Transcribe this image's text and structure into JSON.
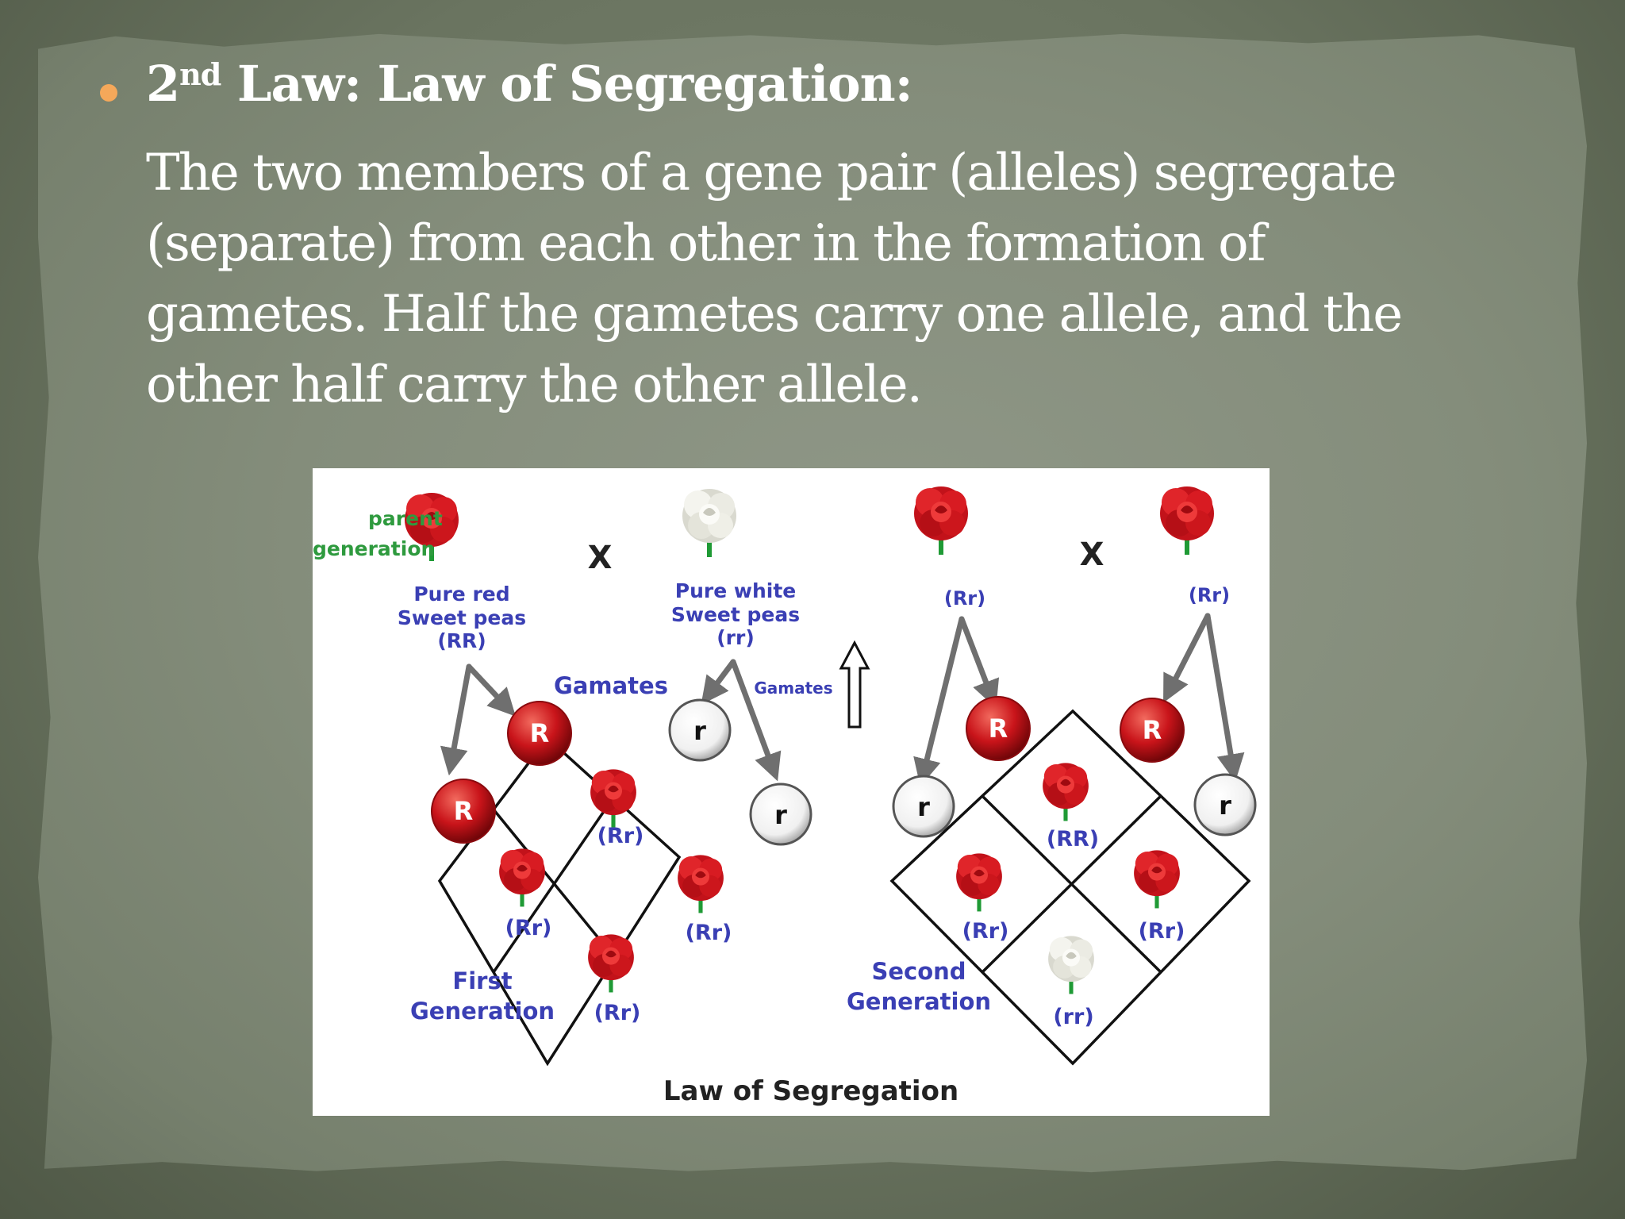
{
  "heading": {
    "ordinal": "2",
    "ordinal_suffix": "nd",
    "title": " Law: Law of Segregation:"
  },
  "body_text": "The two members of a gene pair (alleles) segregate (separate) from each other in the formation of gametes. Half the gametes carry one allele, and the other half carry the other allele.",
  "figure": {
    "title": "Law of Segregation",
    "cross_symbol": "X",
    "parent_generation_line1": "parent",
    "parent_generation_line2": "generation",
    "pure_red_line1": "Pure red",
    "pure_red_line2": "Sweet peas",
    "pure_red_line3": "(RR)",
    "pure_white_line1": "Pure white",
    "pure_white_line2": "Sweet peas",
    "pure_white_line3": "(rr)",
    "gamates_label": "Gamates",
    "gamates_small_label": "Gamates",
    "allele_dominant": "R",
    "allele_recessive": "r",
    "first_gen_line1": "First",
    "first_gen_line2": "Generation",
    "second_gen_line1": "Second",
    "second_gen_line2": "Generation",
    "f1_parent_genotype": "(Rr)",
    "first_generation_cells": [
      "(Rr)",
      "(Rr)",
      "(Rr)",
      "(Rr)"
    ],
    "second_generation_cells": [
      "(RR)",
      "(Rr)",
      "(Rr)",
      "(rr)"
    ],
    "colors": {
      "red": "#d8171d",
      "white_flower": "#e2e2da",
      "label_blue": "#3a3fb4",
      "arrow_gray": "#6f6f6f",
      "bullet": "#f5a85a"
    }
  }
}
